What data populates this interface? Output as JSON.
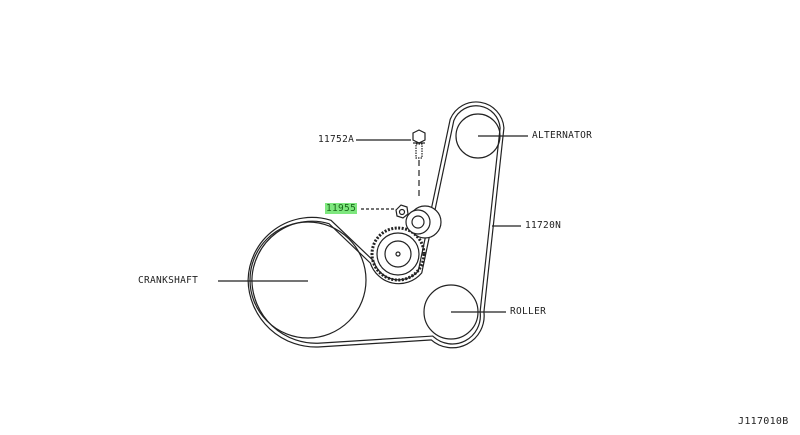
{
  "labels": {
    "bolt": "11752A",
    "tensioner": "11955",
    "alternator": "ALTERNATOR",
    "belt": "11720N",
    "crankshaft": "CRANKSHAFT",
    "roller": "ROLLER"
  },
  "diagram_code": "J117010B",
  "colors": {
    "highlight": "#7ee77e",
    "line": "#222222"
  }
}
